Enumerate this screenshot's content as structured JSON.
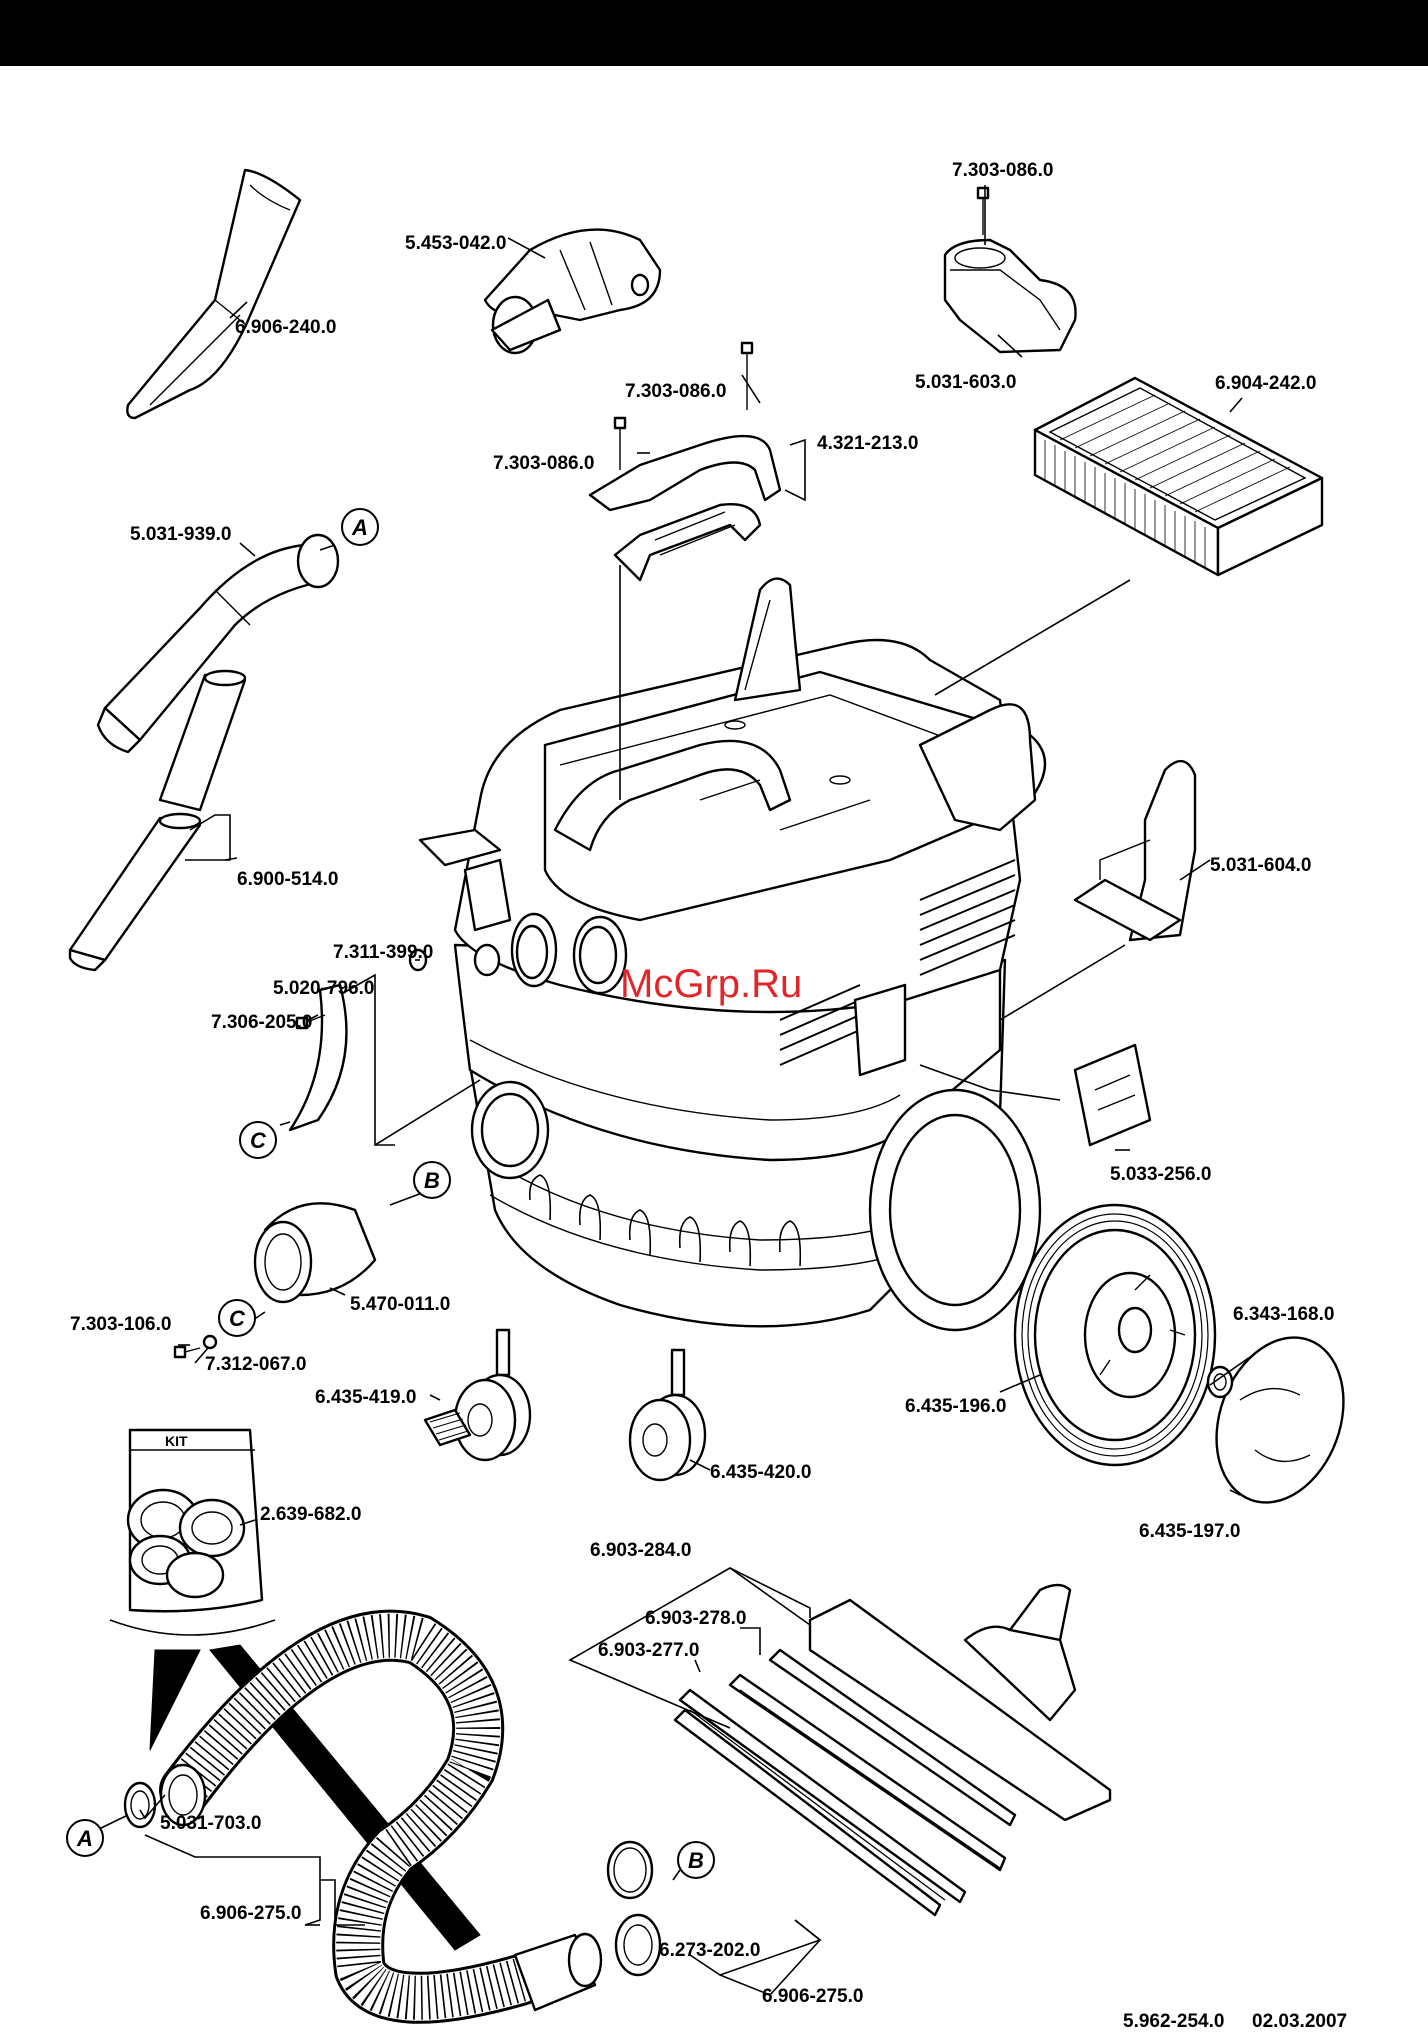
{
  "labels": {
    "p_7303086_top": "7.303-086.0",
    "p_5453042": "5.453-042.0",
    "p_6906240": "6.906-240.0",
    "p_5031603": "5.031-603.0",
    "p_6904242": "6.904-242.0",
    "p_7303086_mid": "7.303-086.0",
    "p_4321213": "4.321-213.0",
    "p_7303086_left": "7.303-086.0",
    "p_5031939": "5.031-939.0",
    "p_6900514": "6.900-514.0",
    "p_5031604": "5.031-604.0",
    "p_7311399": "7.311-399.0",
    "p_5020796": "5.020-796.0",
    "p_7306205": "7.306-205.0",
    "p_5033256": "5.033-256.0",
    "p_5470011": "5.470-011.0",
    "p_7303106": "7.303-106.0",
    "p_7312067": "7.312-067.0",
    "p_6343168": "6.343-168.0",
    "p_6435419": "6.435-419.0",
    "p_6435196": "6.435-196.0",
    "p_6435420": "6.435-420.0",
    "p_6435197": "6.435-197.0",
    "p_2639682": "2.639-682.0",
    "p_6903284": "6.903-284.0",
    "p_6903278": "6.903-278.0",
    "p_6903277": "6.903-277.0",
    "p_5031703": "5.031-703.0",
    "p_6906275_left": "6.906-275.0",
    "p_6273202": "6.273-202.0",
    "p_6906275_right": "6.906-275.0"
  },
  "callouts": {
    "a_top": "A",
    "b_mid": "B",
    "c_mid": "C",
    "c_left": "C",
    "a_bottom": "A",
    "b_bottom": "B"
  },
  "kit_label": "KIT",
  "footer": {
    "doc_number": "5.962-254.0",
    "date": "02.03.2007"
  },
  "watermark": "McGrp.Ru",
  "colors": {
    "watermark": "#e0262b",
    "top_bar": "#000000"
  }
}
